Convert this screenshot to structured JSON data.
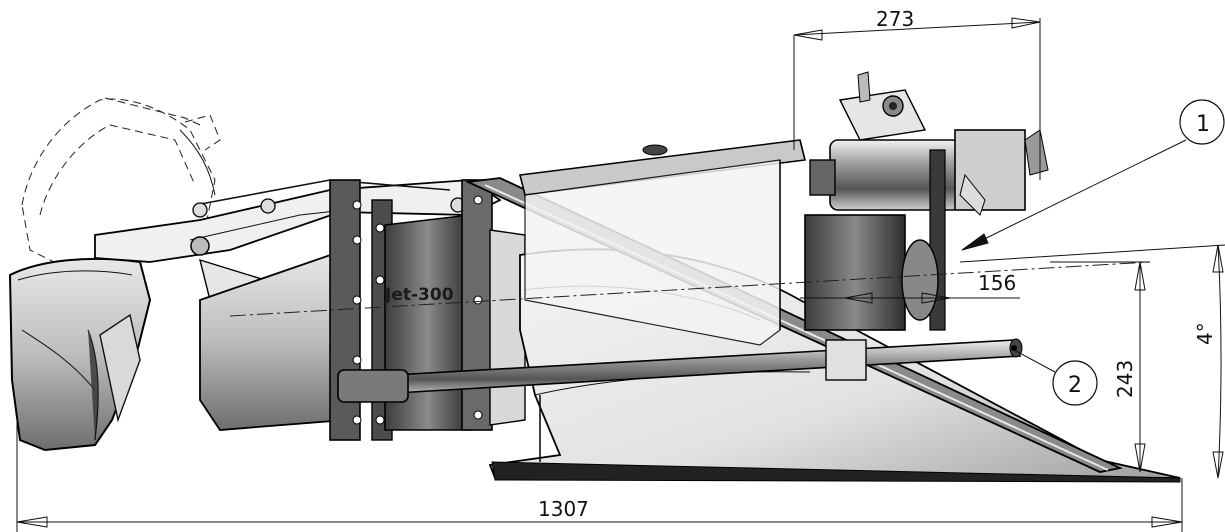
{
  "dimensions": {
    "overall_length": "1307",
    "top_width": "273",
    "offset": "156",
    "height": "243",
    "angle": "4°"
  },
  "callouts": {
    "item1": "1",
    "item2": "2"
  },
  "stencil_text": "Jet-300",
  "colors": {
    "line": "#111111",
    "shade_dark": "#4a4a4a",
    "shade_mid": "#9a9a9a",
    "shade_light": "#dcdcdc",
    "background": "#ffffff"
  }
}
